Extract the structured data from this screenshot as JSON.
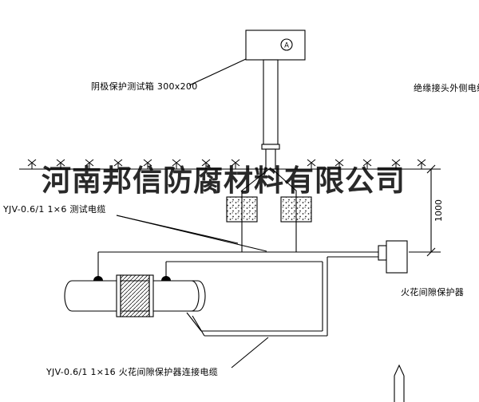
{
  "drawing": {
    "watermark": "河南邦信防腐材料有限公司",
    "meter_letter": "A",
    "dimension_text": "1000",
    "labels": {
      "test_box": "阴极保护测试箱 300x200",
      "outer_cable": "绝缘接头外侧电缆",
      "test_cable": "YJV-0.6/1 1×6  测试电缆",
      "spark_gap": "火花间隙保护器",
      "connection_cable": "YJV-0.6/1 1×16  火花间隙保护器连接电缆"
    },
    "colors": {
      "line": "#000000",
      "background": "#ffffff"
    }
  }
}
